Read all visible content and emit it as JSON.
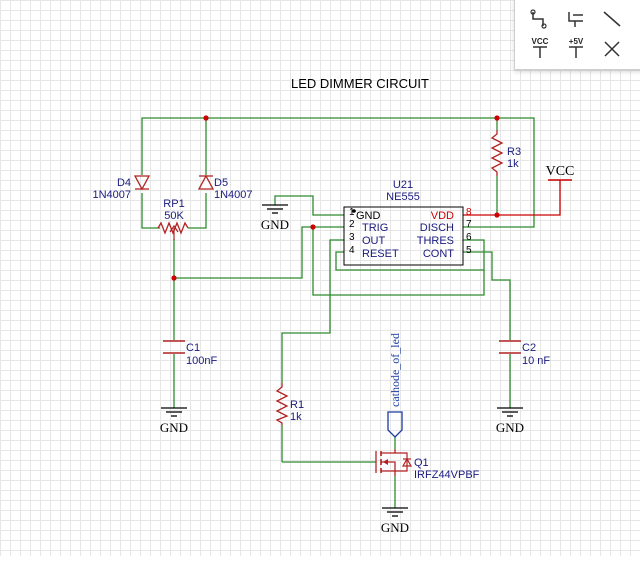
{
  "schematic": {
    "title": "LED DIMMER CIRCUIT",
    "colors": {
      "wire": "#2e8b2e",
      "component": "#b22222",
      "text_blue": "#1a1a80",
      "pin_red": "#cc0000",
      "net_label": "#1a3aa0",
      "ground": "#000000"
    },
    "ic": {
      "ref": "U21",
      "value": "NE555",
      "left_pins": [
        {
          "num": "1",
          "name": "GND"
        },
        {
          "num": "2",
          "name": "TRIG"
        },
        {
          "num": "3",
          "name": "OUT"
        },
        {
          "num": "4",
          "name": "RESET"
        }
      ],
      "right_pins": [
        {
          "num": "8",
          "name": "VDD"
        },
        {
          "num": "7",
          "name": "DISCH"
        },
        {
          "num": "6",
          "name": "THRES"
        },
        {
          "num": "5",
          "name": "CONT"
        }
      ]
    },
    "components": {
      "d4": {
        "ref": "D4",
        "value": "1N4007"
      },
      "d5": {
        "ref": "D5",
        "value": "1N4007"
      },
      "rp1": {
        "ref": "RP1",
        "value": "50K"
      },
      "r3": {
        "ref": "R3",
        "value": "1k"
      },
      "c1": {
        "ref": "C1",
        "value": "100nF"
      },
      "c2": {
        "ref": "C2",
        "value": "10 nF"
      },
      "r1": {
        "ref": "R1",
        "value": "1k"
      },
      "q1": {
        "ref": "Q1",
        "value": "IRFZ44VPBF"
      }
    },
    "labels": {
      "vcc": "VCC",
      "gnd_ic": "GND",
      "gnd_c1": "GND",
      "gnd_c2": "GND",
      "gnd_q1": "GND",
      "net_cathode": "cathode_of_led"
    }
  },
  "palette": {
    "tools": [
      {
        "id": "wire",
        "icon": "wire-icon"
      },
      {
        "id": "bus",
        "icon": "bus-icon"
      },
      {
        "id": "line",
        "icon": "line-icon"
      },
      {
        "id": "vcc",
        "label": "VCC",
        "icon": "vcc-icon"
      },
      {
        "id": "plus5v",
        "label": "+5V",
        "icon": "plus5v-icon"
      },
      {
        "id": "no-connect",
        "icon": "no-connect-icon"
      }
    ]
  }
}
